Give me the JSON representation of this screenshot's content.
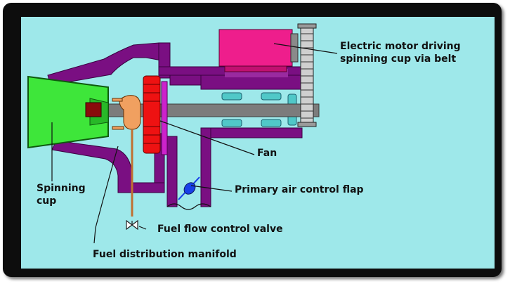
{
  "labels": {
    "motor_line1": "Electric motor driving",
    "motor_line2": "spinning cup via belt",
    "fan": "Fan",
    "air_flap": "Primary air control flap",
    "cup_line1": "Spinning",
    "cup_line2": "cup",
    "valve": "Fuel flow control valve",
    "manifold": "Fuel distribution manifold"
  },
  "colors": {
    "background": "#9ee8ea",
    "housing": "#7a0f82",
    "cup": "#3ee63a",
    "motor": "#ee1e8c",
    "fan": "#ee1212",
    "shaft": "#7c7c7c",
    "manifold": "#f0a060",
    "flap": "#1840e8",
    "bearing": "#50c8c8"
  }
}
